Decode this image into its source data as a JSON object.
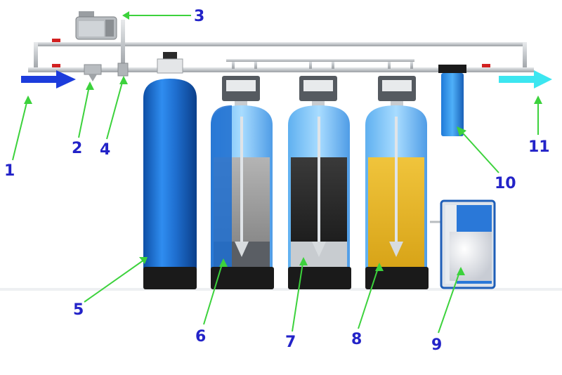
{
  "labels": {
    "l1": "1",
    "l2": "2",
    "l3": "3",
    "l4": "4",
    "l5": "5",
    "l6": "6",
    "l7": "7",
    "l8": "8",
    "l9": "9",
    "l10": "10",
    "l11": "11"
  },
  "colors": {
    "label": "#2323c8",
    "leader": "#3cd23c",
    "pipe": "#c8ccd0",
    "tank_blue": "#1f6fd0",
    "tank_base": "#1a1a1a",
    "inlet_arrow": "#1c3cdc",
    "outlet_arrow": "#3ce6f0",
    "media_gray": "#9a9a9a",
    "media_black": "#2a2a2a",
    "media_yellow": "#e6b420",
    "valve_red": "#d22020"
  }
}
